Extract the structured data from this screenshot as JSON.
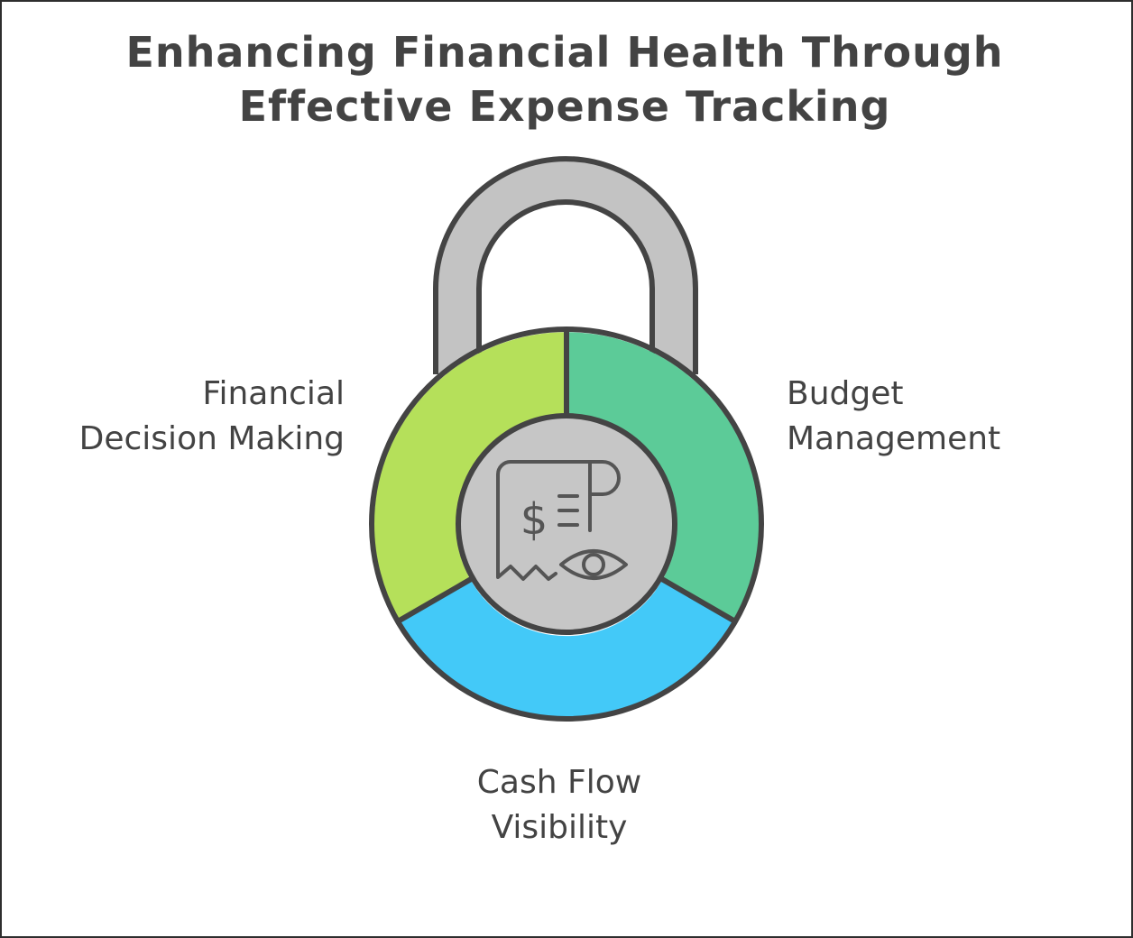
{
  "title": {
    "line1": "Enhancing Financial Health Through",
    "line2": "Effective Expense Tracking"
  },
  "segments": [
    {
      "id": "decision",
      "line1": "Financial",
      "line2": "Decision Making",
      "color": "#b5e05a"
    },
    {
      "id": "budget",
      "line1": "Budget",
      "line2": "Management",
      "color": "#5ccb98"
    },
    {
      "id": "cashflow",
      "line1": "Cash Flow",
      "line2": "Visibility",
      "color": "#43c9f8"
    }
  ],
  "colors": {
    "shackle": "#c3c3c3",
    "center": "#c6c6c6",
    "outline": "#444444",
    "text": "#434343"
  },
  "icons": {
    "center": "receipt-dollar-eye-icon"
  }
}
